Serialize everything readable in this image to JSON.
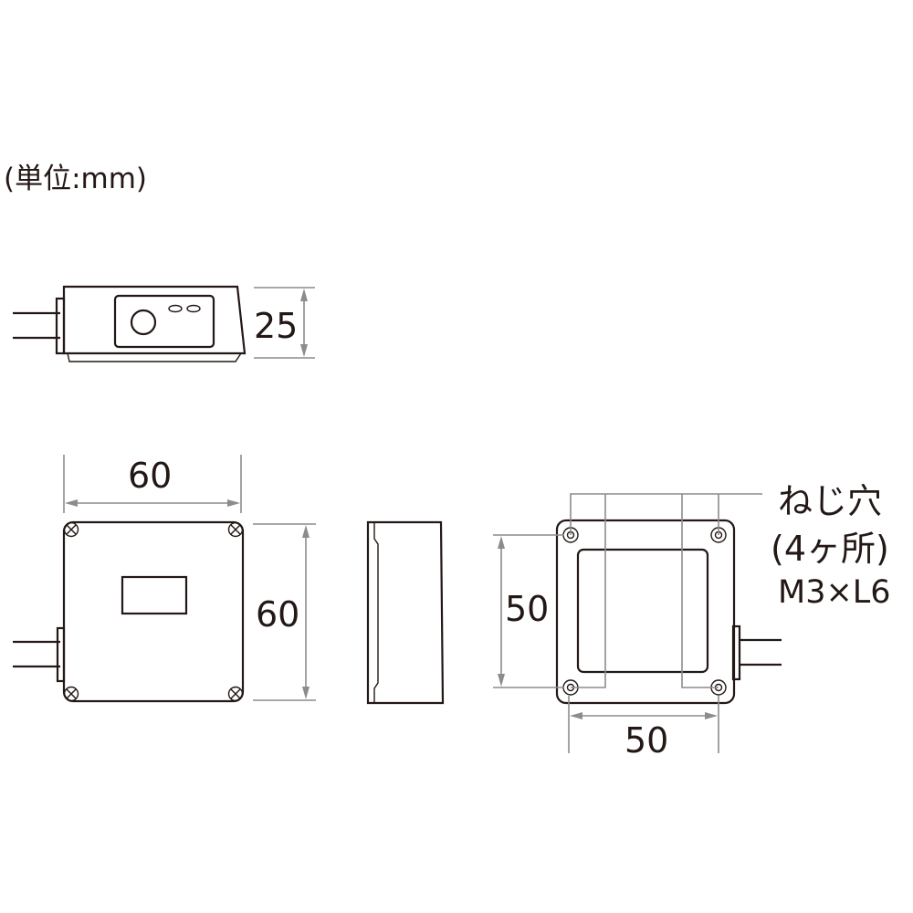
{
  "unit_label": "(単位:mm)",
  "dimensions": {
    "side_height": "25",
    "front_width": "60",
    "front_height": "60",
    "back_height": "50",
    "back_width": "50"
  },
  "screw_note": {
    "line1": "ねじ穴",
    "line2": "(4ヶ所)",
    "line3": "M3×L6"
  }
}
